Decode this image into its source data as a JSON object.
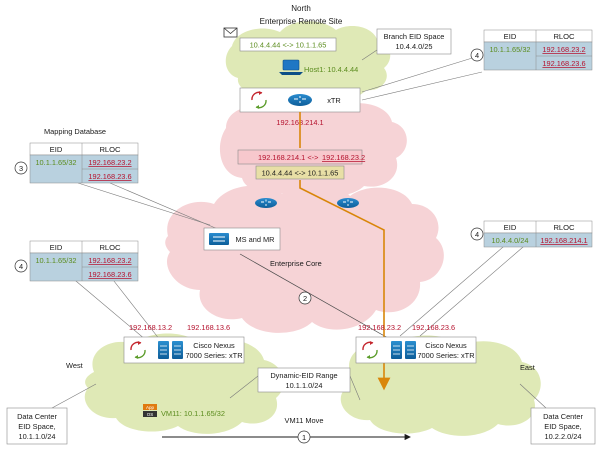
{
  "sites": {
    "north": {
      "title": "North",
      "subtitle": "Enterprise Remote Site",
      "host": "Host1: 10.4.4.44",
      "xtr": "xTR",
      "rloc": "192.168.214.1",
      "mapping_label": "10.4.4.44 <-> 10.1.1.65",
      "eid_space_line1": "Branch EID Space",
      "eid_space_line2": "10.4.4.0/25"
    },
    "core": {
      "label": "Enterprise Core",
      "mapping1_left": "192.168.214.1 <->",
      "mapping1_right": "192.168.23.2",
      "mapping2": "10.4.4.44 <-> 10.1.1.65",
      "ms_mr": "MS and MR"
    },
    "mapping_database": {
      "title": "Mapping Database"
    },
    "west": {
      "title": "West",
      "device_line1": "Cisco Nexus",
      "device_line2": "7000 Series: xTR",
      "rloc_a": "192.168.13.2",
      "rloc_b": "192.168.13.6",
      "vm": "VM11: 10.1.1.65/32",
      "vm_badge_top": "App",
      "vm_badge_bottom": "OS",
      "dc_line1": "Data Center",
      "dc_line2": "EID Space,",
      "dc_line3": "10.1.1.0/24"
    },
    "east": {
      "title": "East",
      "device_line1": "Cisco Nexus",
      "device_line2": "7000 Series: xTR",
      "rloc_a": "192.168.23.2",
      "rloc_b": "192.168.23.6",
      "dc_line1": "Data Center",
      "dc_line2": "EID Space,",
      "dc_line3": "10.2.2.0/24"
    },
    "dynamic_eid": {
      "line1": "Dynamic-EID Range",
      "line2": "10.1.1.0/24"
    },
    "vm_move": {
      "label": "VM11 Move",
      "step": "1"
    },
    "step2": "2"
  },
  "tables": {
    "north_cache": {
      "step": "4",
      "eid_header": "EID",
      "rloc_header": "RLOC",
      "eid": "10.1.1.65/32",
      "rloc1": "192.168.23.2",
      "rloc2": "192.168.23.6"
    },
    "mapping_db": {
      "step": "3",
      "eid_header": "EID",
      "rloc_header": "RLOC",
      "eid": "10.1.1.65/32",
      "rloc1": "192.168.23.2",
      "rloc2": "192.168.23.6"
    },
    "west_cache": {
      "step": "4",
      "eid_header": "EID",
      "rloc_header": "RLOC",
      "eid": "10.1.1.65/32",
      "rloc1": "192.168.23.2",
      "rloc2": "192.168.23.6"
    },
    "east_cache": {
      "step": "4",
      "eid_header": "EID",
      "rloc_header": "RLOC",
      "eid": "10.4.4.0/24",
      "rloc1": "192.168.214.1"
    }
  },
  "colors": {
    "green_cloud": "#dfe9b6",
    "pink_cloud": "#f6d3d6",
    "table_cell": "#b9d1df",
    "flow_arrow": "#d9860a",
    "eid_text": "#5b8c1e",
    "rloc_text": "#b5122e"
  },
  "icons": [
    "envelope-icon",
    "laptop-icon",
    "router-icon",
    "refresh-arrows-icon",
    "switch-icon",
    "nexus-icon",
    "vm-icon"
  ]
}
